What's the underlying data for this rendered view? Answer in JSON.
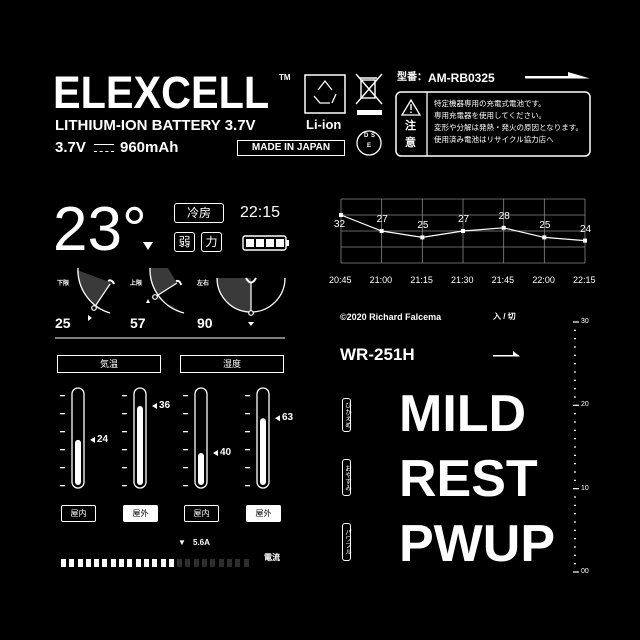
{
  "brand": {
    "name": "ELEXCELL",
    "tm": "TM",
    "subtitle": "LITHIUM-ION BATTERY 3.7V",
    "voltage": "3.7V",
    "capacity": "960mAh",
    "recycle_label": "Li-ion",
    "made_in": "MADE IN JAPAN",
    "dse": [
      "D",
      "S",
      "E"
    ]
  },
  "model_label": "型番：",
  "model_number": "AM-RB0325",
  "caution": {
    "title_chars": [
      "注",
      "意"
    ],
    "lines": [
      "特定機器専用の充電式電池です。",
      "専用充電器を使用してください。",
      "変形や分解は発熱・発火の原因となります。",
      "使用済み電池はリサイクル協力店へ"
    ]
  },
  "status": {
    "temperature": "23°",
    "mode": "冷房",
    "time": "22:15",
    "fan": [
      "弱",
      "力"
    ],
    "battery_level": 4,
    "battery_max": 4
  },
  "gauges": [
    {
      "label": "下限",
      "value": "25"
    },
    {
      "label": "上限",
      "value": "57"
    },
    {
      "label": "左右",
      "value": "90"
    }
  ],
  "meters": {
    "group_labels": [
      "気温",
      "湿度"
    ],
    "bars": [
      {
        "value": "24",
        "fill": 0.48,
        "tag": "屋内",
        "active": false
      },
      {
        "value": "36",
        "fill": 0.84,
        "tag": "屋外",
        "active": true
      },
      {
        "value": "40",
        "fill": 0.34,
        "tag": "屋内",
        "active": false
      },
      {
        "value": "63",
        "fill": 0.71,
        "tag": "屋外",
        "active": true
      }
    ]
  },
  "current": {
    "value": "5.6A",
    "label": "電流",
    "lit_segments": 14,
    "total_segments": 23
  },
  "chart_data": {
    "type": "line",
    "x": [
      "20:45",
      "21:00",
      "21:15",
      "21:30",
      "21:45",
      "22:00",
      "22:15"
    ],
    "values": [
      32,
      27,
      25,
      27,
      28,
      25,
      24
    ],
    "ylim": [
      17,
      37
    ],
    "grid": true,
    "title": "",
    "xlabel": "",
    "ylabel": ""
  },
  "copyright": "©2020 Richard Falcema",
  "power_label": "入 / 切",
  "product_code": "WR-251H",
  "modes": [
    {
      "tag": "ひかえめ",
      "name": "MILD"
    },
    {
      "tag": "おやすみ",
      "name": "REST"
    },
    {
      "tag": "パワフル",
      "name": "PWUP"
    }
  ],
  "scale": {
    "labels": [
      "30",
      "20",
      "10",
      "00"
    ]
  },
  "colors": {
    "bg": "#000000",
    "fg": "#ffffff",
    "shade": "#3a3a3a",
    "dim": "#2e2e2e"
  }
}
